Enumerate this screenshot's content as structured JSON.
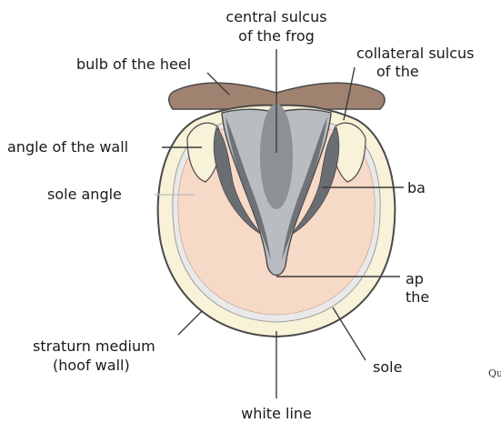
{
  "labels": {
    "central_sulcus_line1": "central sulcus",
    "central_sulcus_line2": "of the frog",
    "collateral_sulcus_line1": "collateral sulcus",
    "collateral_sulcus_line2": "of the",
    "bulb_of_heel": "bulb of the heel",
    "angle_of_wall": "angle of the wall",
    "sole_angle": "sole angle",
    "bar": "ba",
    "apex_line1": "ap",
    "apex_line2": "the",
    "straturn_medium_line1": "straturn medium",
    "straturn_medium_line2": "(hoof wall)",
    "sole": "sole",
    "white_line": "white line",
    "cut_off_text": "Qu"
  },
  "colors": {
    "hoof_wall_outer": "#f7f2d8",
    "hoof_wall_stroke": "#4a4a4a",
    "sole": "#f7d9c7",
    "bulb": "#a08270",
    "frog_light": "#b9bcc0",
    "frog_mid": "#8d9196",
    "frog_dark": "#6f7378",
    "bar_dark": "#6a6e73",
    "white_line": "#e9e9e9"
  }
}
